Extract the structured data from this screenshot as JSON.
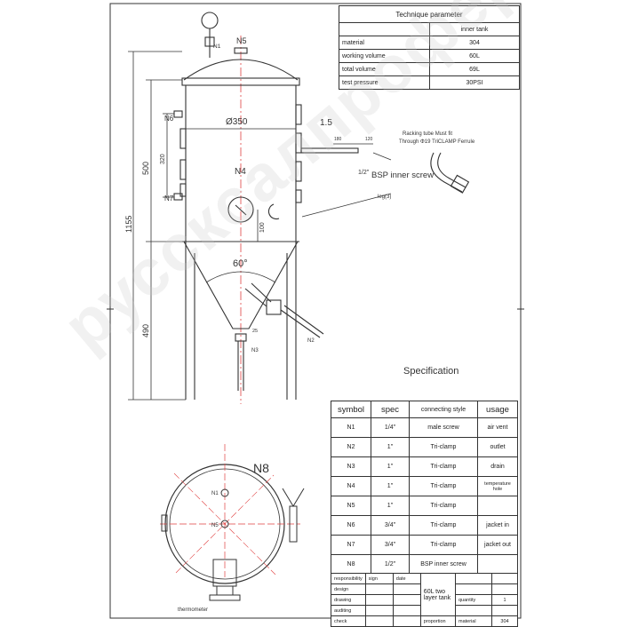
{
  "params": {
    "title": "Technique parameter",
    "column": "inner tank",
    "rows": [
      {
        "label": "material",
        "value": "304"
      },
      {
        "label": "working volume",
        "value": "60L"
      },
      {
        "label": "total volume",
        "value": "69L"
      },
      {
        "label": "test pressure",
        "value": "30PSI"
      }
    ]
  },
  "spec": {
    "title": "Specification",
    "headers": [
      "symbol",
      "spec",
      "connecting style",
      "usage"
    ],
    "rows": [
      {
        "symbol": "N1",
        "spec": "1/4\"",
        "style": "male screw",
        "usage": "air vent"
      },
      {
        "symbol": "N2",
        "spec": "1\"",
        "style": "Tri-clamp",
        "usage": "outlet"
      },
      {
        "symbol": "N3",
        "spec": "1\"",
        "style": "Tri-clamp",
        "usage": "drain"
      },
      {
        "symbol": "N4",
        "spec": "1\"",
        "style": "Tri-clamp",
        "usage": "temperature hole"
      },
      {
        "symbol": "N5",
        "spec": "1\"",
        "style": "Tri-clamp",
        "usage": ""
      },
      {
        "symbol": "N6",
        "spec": "3/4\"",
        "style": "Tri-clamp",
        "usage": "jacket in"
      },
      {
        "symbol": "N7",
        "spec": "3/4\"",
        "style": "Tri-clamp",
        "usage": "jacket out"
      },
      {
        "symbol": "N8",
        "spec": "1/2\"",
        "style": "BSP inner screw",
        "usage": ""
      }
    ]
  },
  "title_block": {
    "responsibility": "responsibility",
    "sign": "sign",
    "date": "date",
    "design": "design",
    "drawing": "drawing",
    "auditing": "auditing",
    "check": "check",
    "name": "60L two layer tank",
    "quantity_label": "quantity",
    "quantity": "1",
    "proportion_label": "proportion",
    "material_label": "material",
    "material": "304"
  },
  "front_view": {
    "diameter": "Ø350",
    "thickness": "1.5",
    "total_height": "1155",
    "body_height": "500",
    "leg_height": "490",
    "jacket_height": "320",
    "cone_angle": "60°",
    "dim_100": "100",
    "dim_180": "180",
    "dim_120": "120",
    "dim_25": "25",
    "labels": {
      "n1": "N1",
      "n5": "N5",
      "n6": "N6",
      "n4": "N4",
      "n7": "N7",
      "n2": "N2",
      "n3": "N3"
    },
    "bsp_frac": "1/2\"",
    "bsp_label": "BSP inner screw",
    "rack_note_1": "Racking tube Must fit",
    "rack_note_2": "Through Φ19 TriCLAMP Ferrule",
    "leg_note": "leg(3)"
  },
  "top_view": {
    "n8": "N8",
    "n1": "N1",
    "n5": "N5",
    "thermometer": "thermometer"
  },
  "watermark": "руссксалпрофермо.ру"
}
